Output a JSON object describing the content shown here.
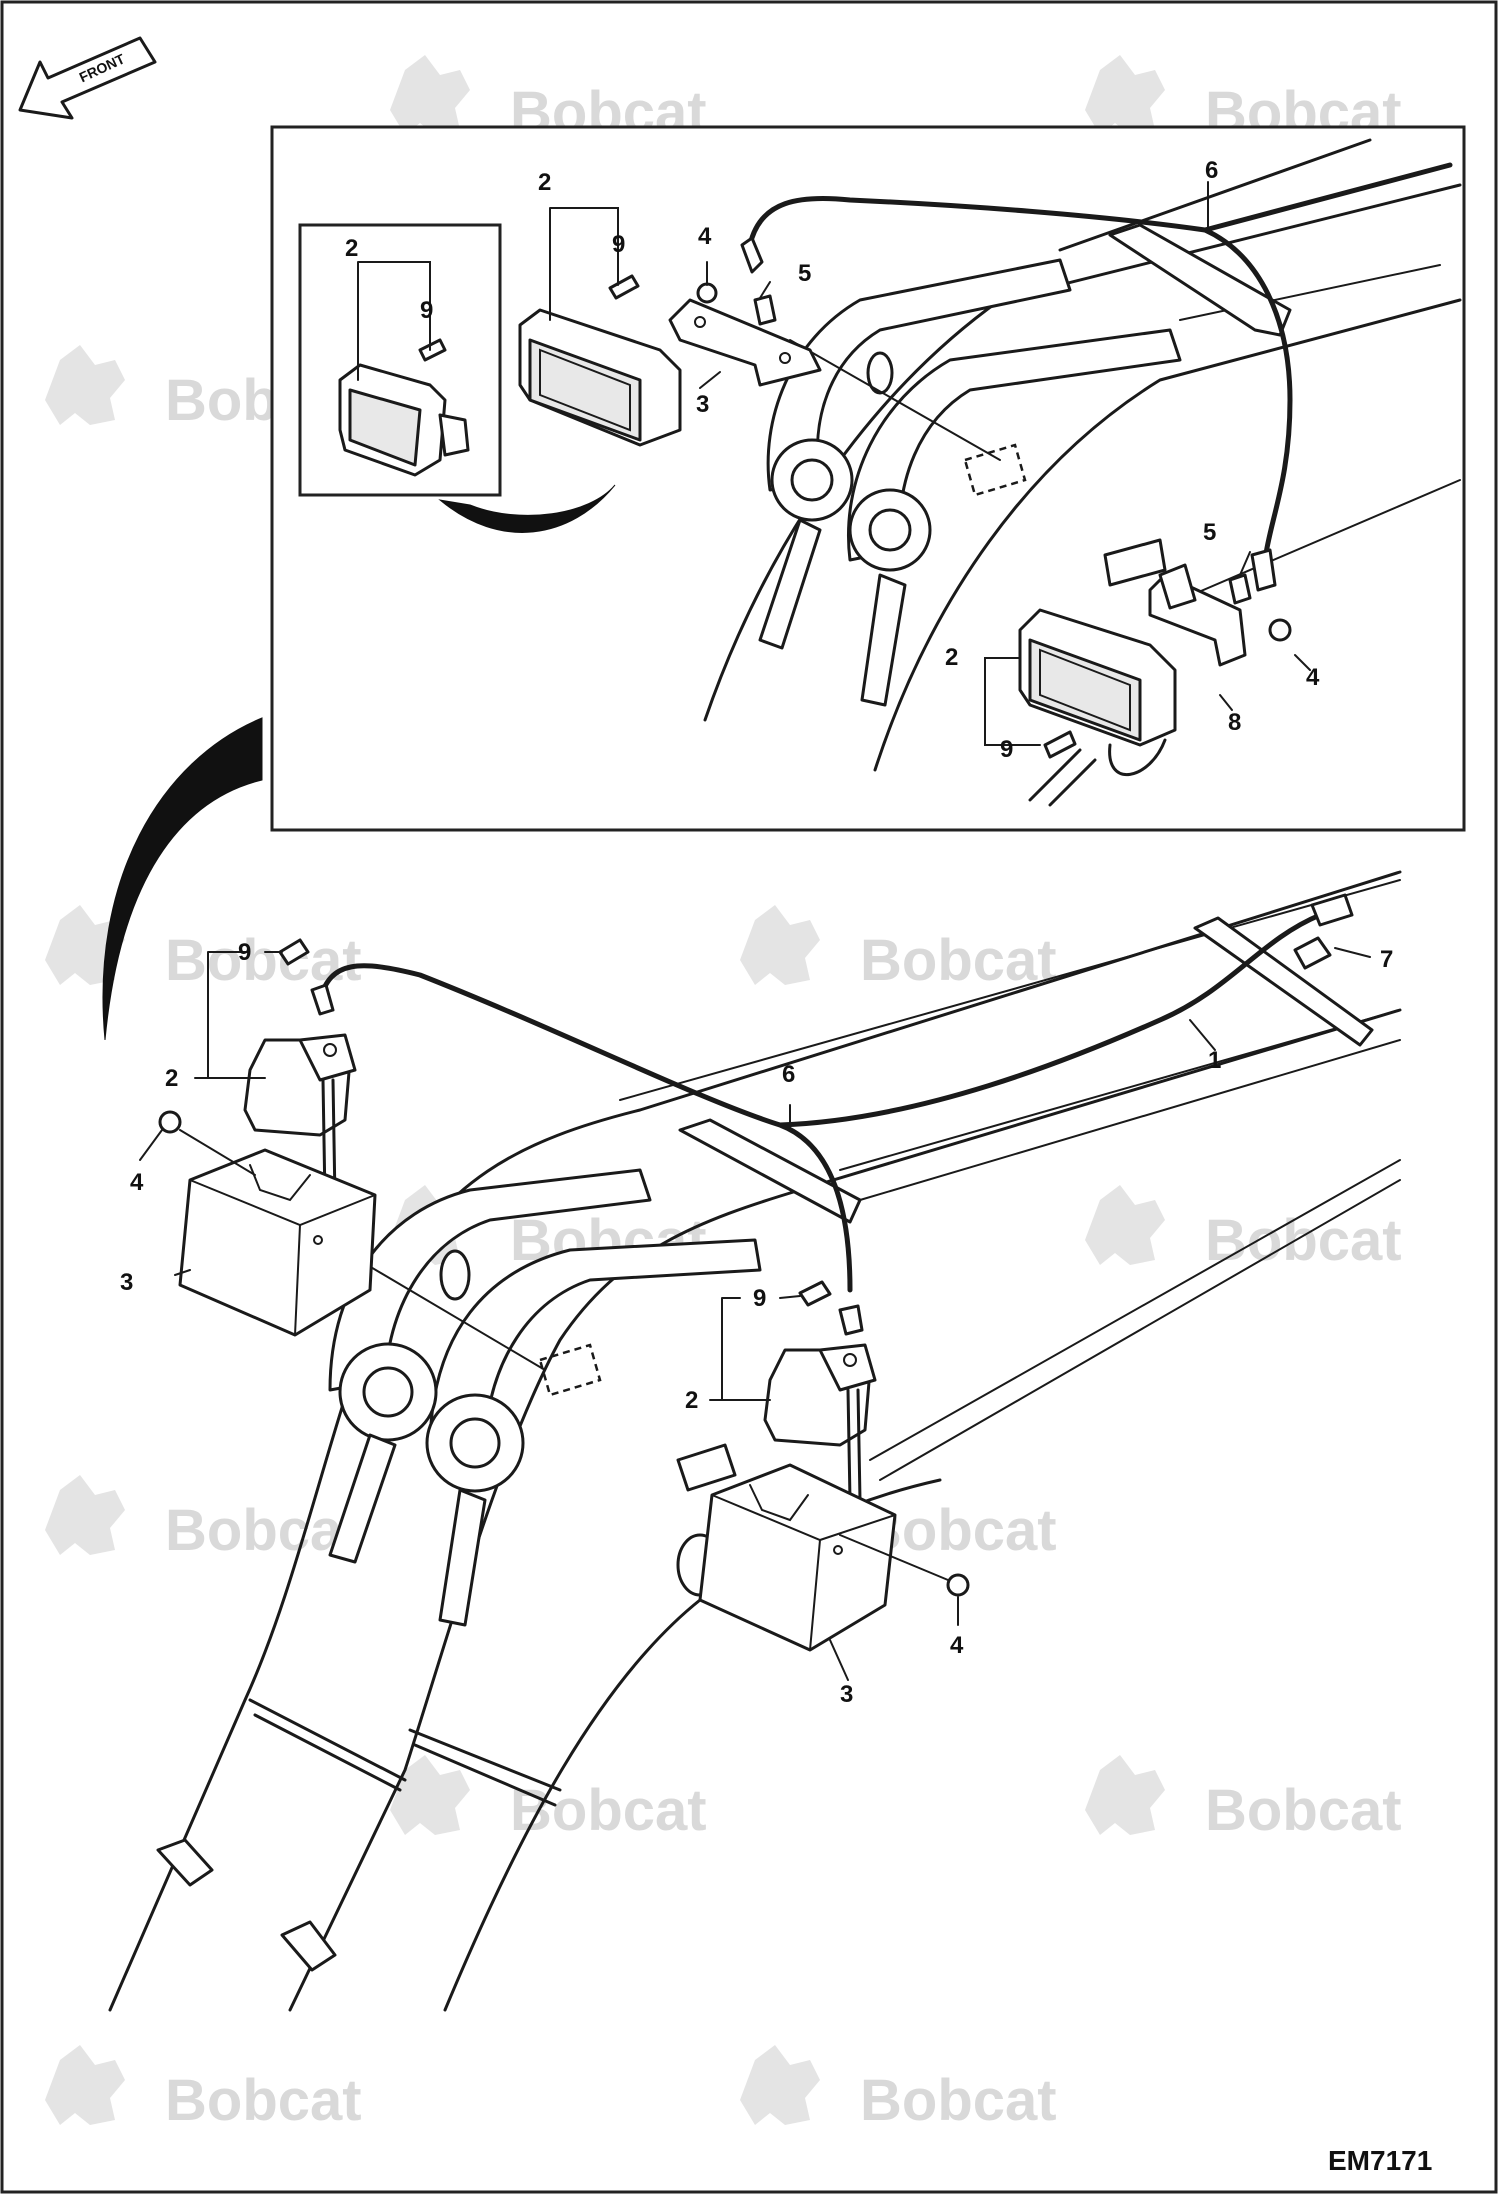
{
  "brand_watermark": "Bobcat",
  "direction_label": "FRONT",
  "document_id": "EM7171",
  "callouts": {
    "c1": "1",
    "c2": "2",
    "c3": "3",
    "c4": "4",
    "c5": "5",
    "c6": "6",
    "c7": "7",
    "c8": "8",
    "c9": "9"
  },
  "colors": {
    "line": "#1a1a1a",
    "watermark": "#d9d9d9",
    "background": "#ffffff"
  }
}
